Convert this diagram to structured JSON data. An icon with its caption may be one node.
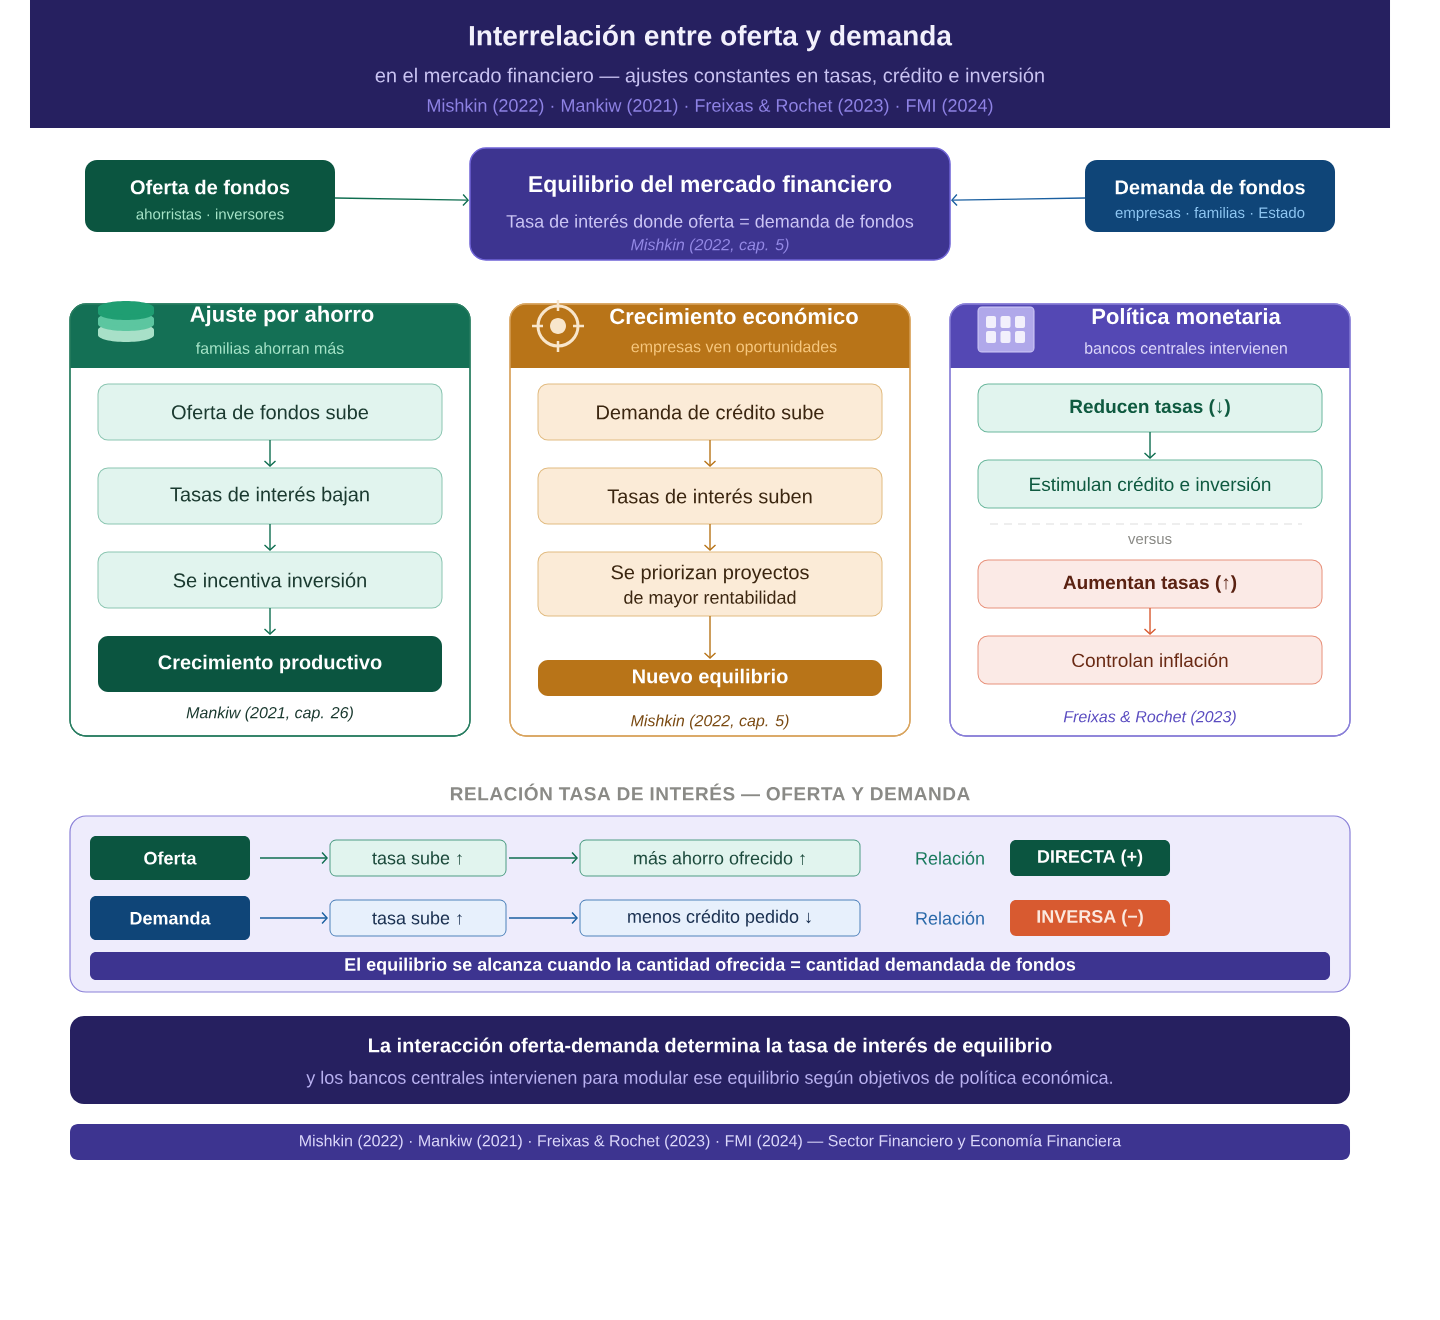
{
  "diagram": {
    "title": "Interrelación entre oferta y demanda",
    "nodes": [
      {
        "text": [
          "Oferta de fondos",
          "ahorristas · inversores"
        ]
      },
      {
        "text": [
          "Equilibrio del mercado financiero",
          "Tasa de interés donde oferta = demanda de fondos",
          "Mishkin (2022, cap. 5)"
        ]
      },
      {
        "text": [
          "Demanda de fondos",
          "empresas · familias · Estado"
        ]
      },
      {
        "text": [
          "Ajuste por ahorro",
          "familias ahorran más",
          "Mankiw (2021, cap. 26)"
        ]
      },
      {
        "text": [
          "Oferta de fondos sube"
        ],
        "in": 3
      },
      {
        "text": [
          "Tasas de interés bajan"
        ],
        "in": 3
      },
      {
        "text": [
          "Se incentiva inversión"
        ],
        "in": 3
      },
      {
        "text": [
          "Crecimiento productivo"
        ],
        "in": 3
      },
      {
        "text": [
          "Crecimiento económico",
          "empresas ven oportunidades",
          "Mishkin (2022, cap. 5)"
        ]
      },
      {
        "text": [
          "Demanda de crédito sube"
        ],
        "in": 8
      },
      {
        "text": [
          "Tasas de interés suben"
        ],
        "in": 8
      },
      {
        "text": [
          "Se priorizan proyectos",
          "de mayor rentabilidad"
        ],
        "in": 8
      },
      {
        "text": [
          "Nuevo equilibrio"
        ],
        "in": 8
      },
      {
        "text": [
          "Política monetaria",
          "bancos centrales intervienen",
          "Freixas & Rochet (2023)"
        ]
      },
      {
        "text": [
          "Reducen tasas (↓)"
        ],
        "in": 13
      },
      {
        "text": [
          "Estimulan crédito e inversión"
        ],
        "in": 13
      },
      {
        "text": [
          "Aumentan tasas (↑)"
        ],
        "in": 13
      },
      {
        "text": [
          "Controlan inflación"
        ],
        "in": 13
      },
      {
        "text": [
          "RELACIÓN TASA DE INTERÉS — OFERTA Y DEMANDA"
        ]
      },
      {
        "text": [
          "Oferta"
        ],
        "in": 18
      },
      {
        "text": [
          "tasa sube ↑"
        ],
        "in": 18
      },
      {
        "text": [
          "más ahorro ofrecido ↑"
        ],
        "in": 18
      },
      {
        "text": [
          "DIRECTA (+)"
        ],
        "in": 18
      },
      {
        "text": [
          "Demanda"
        ],
        "in": 18
      },
      {
        "text": [
          "tasa sube ↑"
        ],
        "in": 18
      },
      {
        "text": [
          "menos crédito pedido ↓"
        ],
        "in": 18
      },
      {
        "text": [
          "INVERSA (−)"
        ],
        "in": 18
      },
      {
        "text": [
          "El equilibrio se alcanza cuando la cantidad ofrecida = cantidad demandada de fondos"
        ],
        "in": 18
      },
      {
        "text": [
          "La interacción oferta-demanda determina la tasa de interés de equilibrio",
          "y los bancos centrales intervienen para modular ese equilibrio según objetivos de política económica."
        ]
      },
      {
        "text": [
          "Mishkin (2022) · Mankiw (2021) · Freixas & Rochet (2023) · FMI (2024) — Sector Financiero y Economía Financiera"
        ]
      }
    ],
    "edges": [
      {
        "from": 0,
        "to": 1,
        "arrow": "to"
      },
      {
        "from": 2,
        "to": 1,
        "arrow": "to",
        "color": "#1a5fa0"
      },
      {
        "from": 4,
        "to": 5,
        "arrow": "to"
      },
      {
        "from": 5,
        "to": 6,
        "arrow": "to"
      },
      {
        "from": 6,
        "to": 7,
        "arrow": "to"
      },
      {
        "from": 9,
        "to": 10,
        "arrow": "to",
        "color": "#b87418"
      },
      {
        "from": 10,
        "to": 11,
        "arrow": "to",
        "color": "#b87418"
      },
      {
        "from": 11,
        "to": 12,
        "arrow": "to",
        "color": "#b87418"
      },
      {
        "from": 14,
        "to": 15,
        "arrow": "to"
      },
      {
        "from": 16,
        "to": 17,
        "arrow": "to",
        "color": "#d85a30"
      },
      {
        "from": 19,
        "to": 20,
        "arrow": "to"
      },
      {
        "from": 20,
        "to": 21,
        "arrow": "to"
      },
      {
        "from": 23,
        "to": 24,
        "arrow": "to",
        "color": "#1a5fa0"
      },
      {
        "from": 24,
        "to": 25,
        "arrow": "to",
        "color": "#1a5fa0"
      }
    ],
    "labels": [
      "en el mercado financiero — ajustes constantes en tasas, crédito e inversión",
      "Mishkin (2022) · Mankiw (2021) · Freixas & Rochet (2023) · FMI (2024)",
      "versus",
      "Relación",
      "Relación"
    ]
  }
}
